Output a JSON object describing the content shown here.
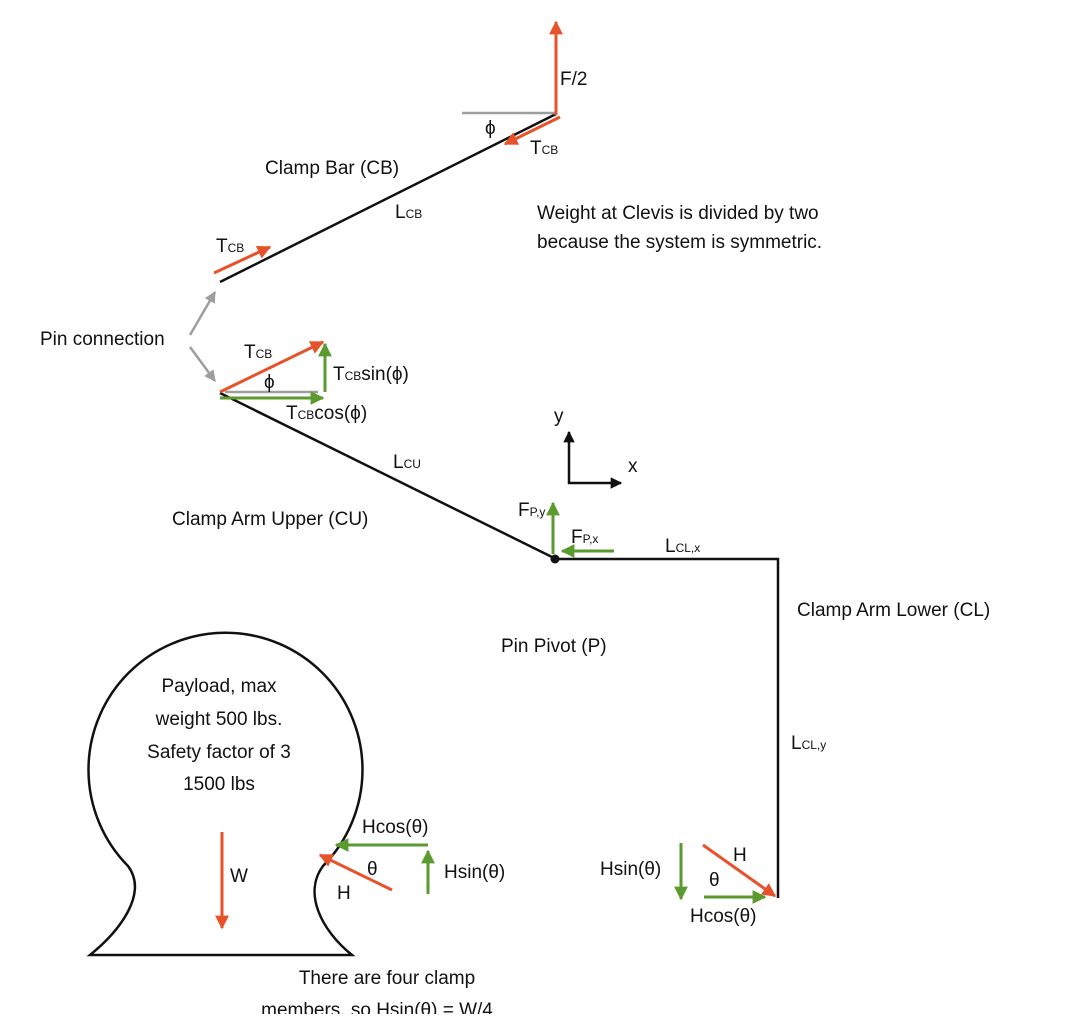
{
  "colors": {
    "member": "#111111",
    "force": "#e8522a",
    "component": "#5a9a2f",
    "pointer": "#9e9e9e"
  },
  "labels": {
    "f_half": "F/2",
    "phi": "ϕ",
    "theta": "θ",
    "t": "T",
    "cb_sub": "CB",
    "l": "L",
    "cu_sub": "CU",
    "f": "F",
    "px_sub": "P,x",
    "py_sub": "P,y",
    "clx_sub": "CL,x",
    "cly_sub": "CL,y",
    "sin_phi": "sin(ϕ)",
    "cos_phi": "cos(ϕ)",
    "clamp_bar": "Clamp Bar (CB)",
    "clamp_arm_upper": "Clamp Arm Upper (CU)",
    "clamp_arm_lower": "Clamp Arm Lower (CL)",
    "pin_connection": "Pin connection",
    "pin_pivot": "Pin Pivot (P)",
    "axis_y": "y",
    "axis_x": "x",
    "weight_note": [
      "Weight at Clevis is divided by two",
      "because the system is symmetric."
    ],
    "payload_note": [
      "Payload, max",
      "weight 500 lbs.",
      "Safety factor of 3",
      "1500 lbs"
    ],
    "w": "W",
    "h": "H",
    "hcos": "Hcos(θ)",
    "hsin": "Hsin(θ)",
    "bottom_note": [
      "There are four clamp",
      "members, so Hsin(θ) = W/4"
    ]
  }
}
